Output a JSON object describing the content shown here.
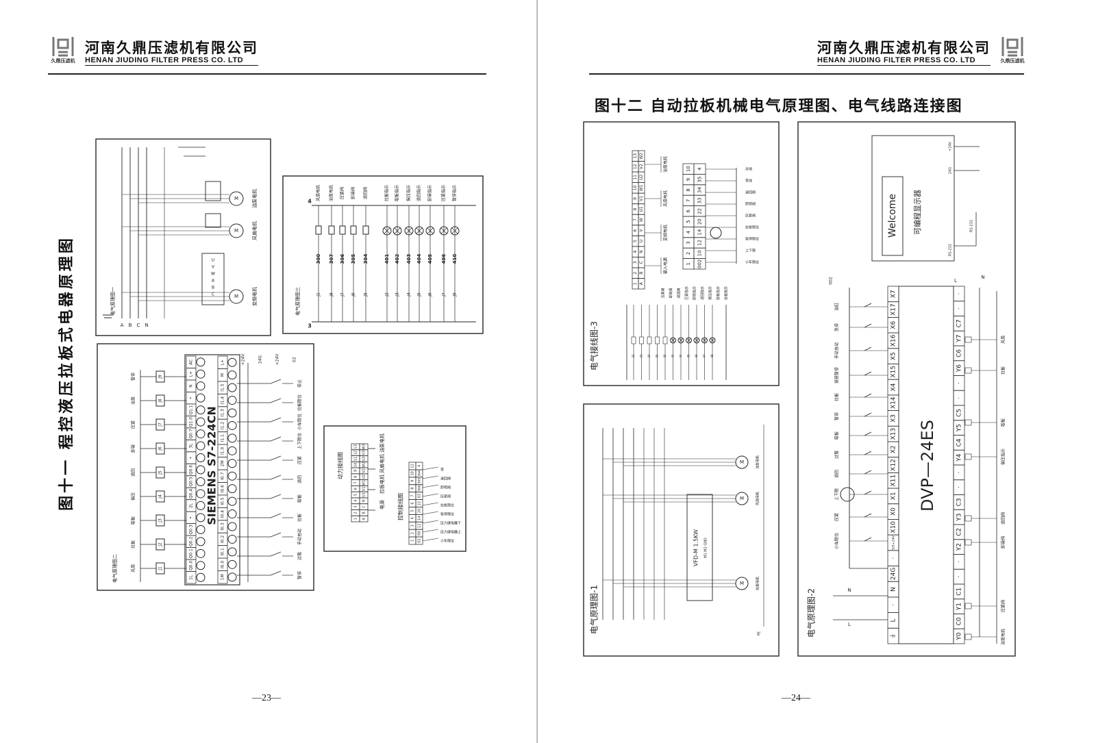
{
  "company": {
    "cn": "河南久鼎压滤机有限公司",
    "en": "HENAN JIUDING FILTER PRESS  CO. LTD",
    "logo_text": "久鼎压滤机"
  },
  "left_page": {
    "title": "图十一  程控液压拉板式电器原理图",
    "page_number": "—23—",
    "diagram_a": {
      "title": "电气原理图一",
      "buses": [
        "A",
        "B",
        "C",
        "N"
      ],
      "motors": [
        "油泵电机",
        "风扇电机",
        "变频电机"
      ],
      "terminals": [
        "U",
        "V",
        "W",
        "A",
        "B",
        "C"
      ]
    },
    "diagram_b": {
      "title": "电气原理图三",
      "rail_top": "4",
      "rail_bottom": "3",
      "rungs": [
        {
          "wire": "300",
          "relay": "J1",
          "label": "风扇电机"
        },
        {
          "wire": "307",
          "relay": "J8",
          "label": "油泵电机"
        },
        {
          "wire": "306",
          "relay": "J7",
          "label": "压紧阀"
        },
        {
          "wire": "305",
          "relay": "J6",
          "label": "卸荷阀"
        },
        {
          "wire": "304",
          "relay": "J5",
          "label": "退回阀"
        },
        {
          "wire": "401",
          "relay": "J2",
          "label": "拉板指示"
        },
        {
          "wire": "402",
          "relay": "J3",
          "label": "取板指示"
        },
        {
          "wire": "403",
          "relay": "J4",
          "label": "保压指示"
        },
        {
          "wire": "404",
          "relay": "J5",
          "label": "退回指示"
        },
        {
          "wire": "405",
          "relay": "J6",
          "label": "卸荷指示"
        },
        {
          "wire": "406",
          "relay": "J7",
          "label": "压紧指示"
        },
        {
          "wire": "410",
          "relay": "J9",
          "label": "暂停指示"
        }
      ]
    },
    "diagram_c": {
      "title": "电气原理图二",
      "plc_model": "SIEMENS  S7-224CN",
      "outputs": [
        "1L",
        "Q0.0",
        "Q0.1",
        "Q0.2",
        "Q0.3",
        "•",
        "2L",
        "Q0.4",
        "Q0.5",
        "Q0.6",
        "•",
        "3L",
        "Q0.7",
        "Q1.0",
        "Q1.1",
        "•",
        "N",
        "L+",
        "AC"
      ],
      "inputs": [
        "1M",
        "I0.0",
        "I0.1",
        "I0.2",
        "I0.3",
        "I0.4",
        "I0.5",
        "I0.6",
        "I0.7",
        "2M",
        "I1.0",
        "I1.1",
        "I1.2",
        "I1.3",
        "I1.4",
        "I1.5",
        "M",
        "L+"
      ],
      "relays": [
        "J1",
        "J2",
        "J3",
        "J4",
        "J5",
        "J6",
        "J7",
        "J8",
        "J9"
      ],
      "relay_labels": [
        "风扇",
        "拉板",
        "取板",
        "保压",
        "退回",
        "卸荷",
        "压紧",
        "油泵",
        "暂停"
      ],
      "switch_labels": [
        "暂停",
        "过载",
        "手动自动",
        "拉板",
        "取板",
        "退回",
        "压紧",
        "上下限位",
        "小车限位",
        "拉板限位",
        "停止"
      ],
      "supply": [
        "+24V",
        "24G",
        "+24V",
        "02"
      ]
    },
    "diagram_d": {
      "power_title": "动力接线图",
      "control_title": "控制接线图",
      "power_nums": [
        "1",
        "2",
        "3",
        "4",
        "5",
        "6",
        "7",
        "8",
        "9",
        "10",
        "11",
        "12",
        "13"
      ],
      "power_terms": [
        "A",
        "B",
        "C",
        "N",
        "U1",
        "V1",
        "W1",
        "U2",
        "V2",
        "W2",
        "U3",
        "V3",
        "W3"
      ],
      "power_groups": [
        "电源",
        "拉板电机",
        "风扇电机",
        "油泵电机"
      ],
      "ctrl_nums": [
        "1",
        "2",
        "3",
        "4",
        "5",
        "6",
        "7",
        "8",
        "9",
        "10",
        "11"
      ],
      "ctrl_terms": [
        "02",
        "00",
        "12",
        "14",
        "20",
        "22",
        "03",
        "306",
        "305",
        "304",
        "4"
      ],
      "ctrl_labels": [
        "小车限位",
        "压力继电器上",
        "压力继电器下",
        "暂停限位",
        "拉板限位",
        "压紧阀",
        "卸荷阀",
        "退回阀",
        "零"
      ]
    }
  },
  "right_page": {
    "title": "图十二  自动拉板机械电气原理图、电气线路连接图",
    "page_number": "—24—",
    "diagram_3": {
      "title": "电气接线图-3",
      "power_nums": [
        "1",
        "2",
        "3",
        "4",
        "5",
        "6",
        "7",
        "8",
        "9",
        "10",
        "11",
        "12",
        "13"
      ],
      "power_terms": [
        "A",
        "B",
        "C",
        "N",
        "U",
        "V",
        "W",
        "U1",
        "V1",
        "W1",
        "U2",
        "V2",
        "W2"
      ],
      "power_groups": [
        "输入电源",
        "变频电机",
        "风扇电机",
        "油泵电机"
      ],
      "ctrl_nums": [
        "1",
        "2",
        "3",
        "4",
        "5",
        "6",
        "7",
        "8",
        "9",
        "10"
      ],
      "ctrl_terms": [
        "002",
        "10",
        "12",
        "14",
        "20",
        "22",
        "33",
        "34",
        "35",
        "4"
      ],
      "ctrl_labels": [
        "小车限位",
        "上下限",
        "暂停限位",
        "拉板限位",
        "压紧阀",
        "卸荷阀",
        "退回阀",
        "零线",
        "共地"
      ],
      "ladder_wires": [
        "32",
        "33",
        "34",
        "35",
        "36",
        "43",
        "44",
        "45",
        "46",
        "47",
        "48"
      ],
      "ladder_labels": [
        "压紧阀",
        "卸荷阀",
        "退回阀",
        "压紧指示",
        "卸荷指示",
        "退回指示",
        "保压指示",
        "取板指示",
        "拉板指示"
      ]
    },
    "diagram_1": {
      "title": "电气原理图-1",
      "vfd": "VFD-M 1.5KW",
      "vfd_terms": "M1  M2  GND",
      "motors": [
        "油泵电机",
        "风扇电机",
        "拉板电机"
      ],
      "ground": "PE"
    },
    "diagram_2": {
      "title": "电气原理图-2",
      "plc_model": "DVP—24ES",
      "hmi_screen": "Welcome",
      "hmi_label": "可编程显示器",
      "hmi_ports": [
        "+24V",
        "24G",
        "RS-232",
        "RS-232"
      ],
      "inputs": [
        "⏚",
        "L",
        "·",
        "N",
        "24G",
        "·",
        "S/S+24V",
        "X10",
        "X0",
        "X1",
        "X11",
        "X12",
        "X2",
        "X13",
        "X3",
        "X14",
        "X4",
        "X15",
        "X5",
        "X16",
        "X6",
        "X17",
        "X7"
      ],
      "outputs": [
        "Y0",
        "C0",
        "Y1",
        "C1",
        "·",
        "·",
        "Y2",
        "C2",
        "Y3",
        "C3",
        "·",
        "·",
        "Y4",
        "C4",
        "Y5",
        "C5",
        "·",
        "·",
        "Y6",
        "C6",
        "Y7",
        "C7",
        "·",
        "·"
      ],
      "input_labels": [
        "小车限位",
        "压紧",
        "上下限",
        "退回",
        "过载",
        "取板",
        "暂停",
        "拉板",
        "接链暂停",
        "手动自动",
        "急停",
        "油缸"
      ],
      "output_labels": [
        "油泵电机",
        "压紧阀",
        "卸荷阀",
        "退回阀",
        "保压指示",
        "取板",
        "拉板",
        "风扇"
      ],
      "rails": [
        "L",
        "N",
        "002"
      ]
    }
  }
}
